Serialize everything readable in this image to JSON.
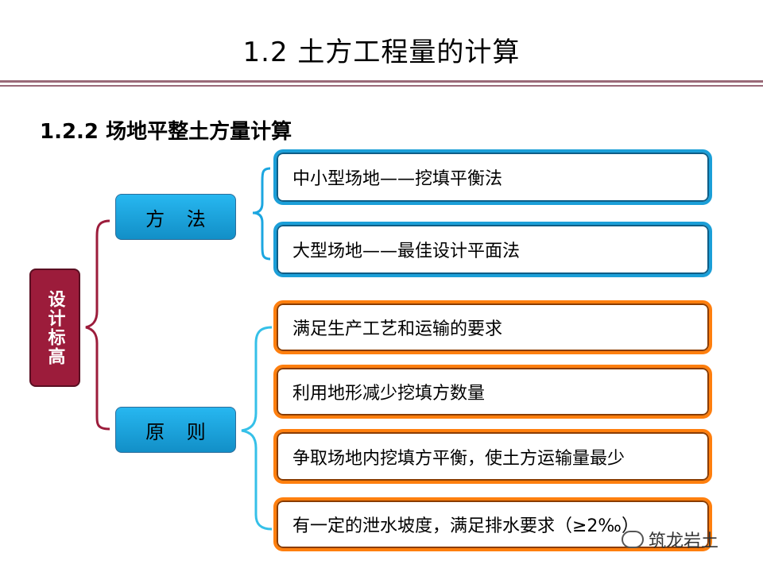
{
  "slide": {
    "title": "1.2  土方工程量的计算",
    "subtitle": "1.2.2 场地平整土方量计算"
  },
  "tree": {
    "root": "设计标高",
    "branches": [
      {
        "label": "方 法",
        "items": [
          "中小型场地——挖填平衡法",
          "大型场地——最佳设计平面法"
        ]
      },
      {
        "label": "原 则",
        "items": [
          "满足生产工艺和运输的要求",
          "利用地形减少挖填方数量",
          "争取场地内挖填方平衡，使土方运输量最少",
          "有一定的泄水坡度，满足排水要求（≥2‰）"
        ]
      }
    ]
  },
  "watermark": "筑龙岩土",
  "colors": {
    "root_fill": "#9c1c3b",
    "node_fill": "#1ba6e0",
    "method_border": "#1b9fd8",
    "principle_border": "#ff7f0e",
    "root_bracket": "#9c1c3b",
    "method_bracket": "#1ba6e0",
    "principle_bracket": "#35c0e8"
  }
}
